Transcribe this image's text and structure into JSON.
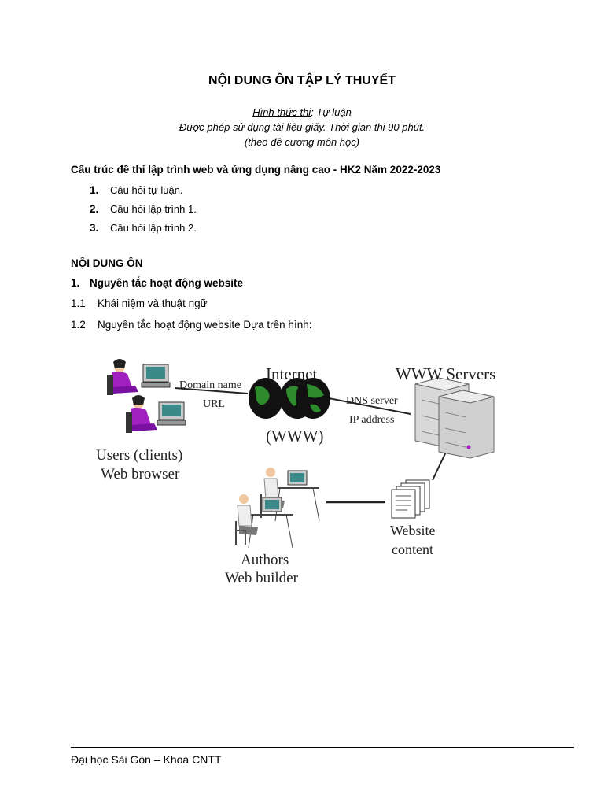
{
  "document": {
    "title": "NỘI DUNG ÔN TẬP LÝ THUYẾT",
    "exam_form_label": "Hình thức thi",
    "exam_form_value": ": Tự luận",
    "note_line": "Được phép sử dụng tài liệu giấy. Thời gian thi 90 phút.",
    "note_line2": "(theo đề cương môn học)",
    "structure_heading": "Cấu trúc đề thi lập trình web và ứng dụng nâng cao - HK2 Năm 2022-2023",
    "structure_items": [
      {
        "num": "1.",
        "text": "Câu hỏi tự luận."
      },
      {
        "num": "2.",
        "text": "Câu hỏi lập trình 1."
      },
      {
        "num": "3.",
        "text": "Câu hỏi lập trình 2."
      }
    ],
    "content_heading": "NỘI DUNG ÔN",
    "section1": {
      "num": "1.",
      "text": "Nguyên tắc hoạt động website"
    },
    "sub1": {
      "num": "1.1",
      "text": "Khái niệm và thuật ngữ"
    },
    "sub2": {
      "num": "1.2",
      "text": "Nguyên tắc hoạt động website Dựa trên hình:"
    }
  },
  "diagram": {
    "internet_label": "Internet",
    "www_label": "(WWW)",
    "servers_label": "WWW Servers",
    "domain_name_label": "Domain name",
    "url_label": "URL",
    "dns_label": "DNS server",
    "ip_label": "IP address",
    "users_label": "Users (clients)",
    "browser_label": "Web browser",
    "website_label": "Website",
    "content_label": "content",
    "authors_label": "Authors",
    "builder_label": "Web builder"
  },
  "footer": {
    "text": "Đại học Sài Gòn – Khoa CNTT"
  }
}
